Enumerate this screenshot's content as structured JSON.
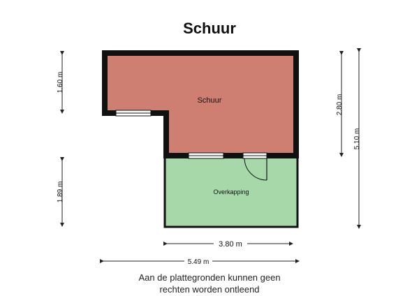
{
  "plan": {
    "title": "Schuur",
    "rooms": [
      {
        "name": "Schuur",
        "fill": "#cf7f72"
      },
      {
        "name": "Overkapping",
        "fill": "#a6d8a9"
      }
    ],
    "dimensions": {
      "left_top": "1.60 m",
      "left_bottom": "1.89 m",
      "right_inner": "2.80 m",
      "right_outer": "5.10 m",
      "bottom_inner": "3.80 m",
      "bottom_outer": "5.49 m"
    },
    "wall_color": "#111111",
    "disclaimer": {
      "line1": "Aan de plattegronden kunnen geen",
      "line2": "rechten worden ontleend"
    }
  }
}
